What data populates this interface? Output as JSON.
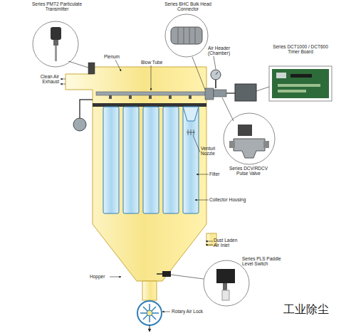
{
  "diagram": {
    "labels": [
      "Series PMT2 Particulate Transmitter",
      "Series BHC Bulk Head Connector",
      "Plenum",
      "Blow Tube",
      "Air Header (Chamber)",
      "Series DCT1000 / DCT600 Timer Board",
      "Clean Air Exhaust",
      "Venturi Nozzle",
      "Series DCV/RDCV Pulse Valve",
      "Filter",
      "Collector Housing",
      "Dust Laden Air Inlet",
      "Hopper",
      "Series PLS Paddle Level Switch",
      "Rotary Air Lock",
      "工业除尘"
    ]
  }
}
